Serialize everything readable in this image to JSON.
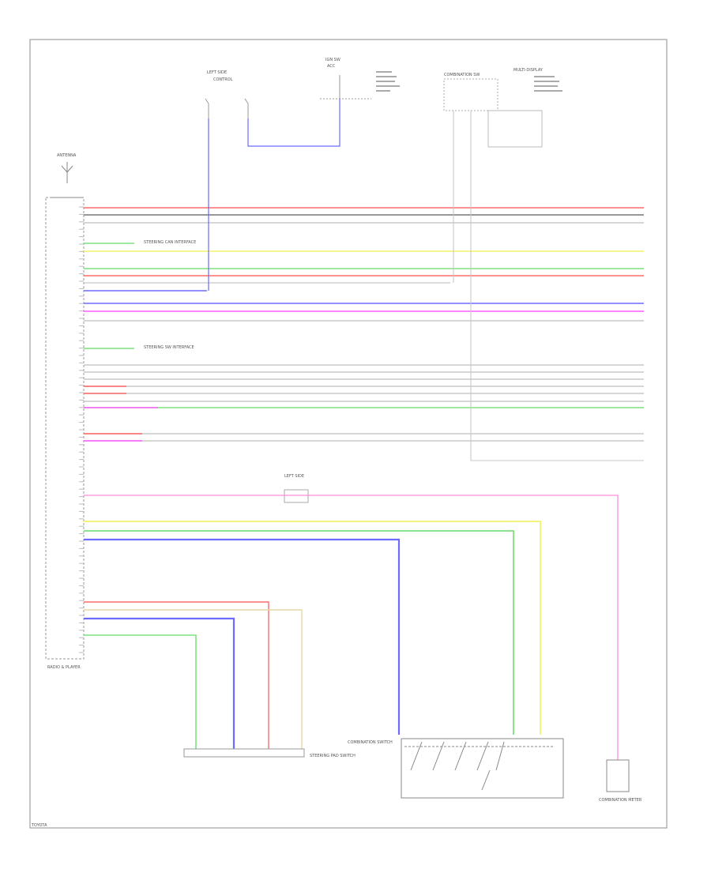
{
  "labels": {
    "antenna": "ANTENNA",
    "unit_bottom": "RADIO & PLAYER",
    "sw_top": "LEFT SIDE",
    "sw_top_sub": "CONTROL",
    "sw_ign": "IGN SW",
    "sw_ign_sub": "ACC",
    "fuse_right": "COMBINATION SW",
    "disp_right": "MULTI-DISPLAY",
    "mid_left": "STEERING CAN INTERFACE",
    "mid_left2": "STEERING SW INTERFACE",
    "center_box": "LEFT SIDE",
    "bottom_left_conn": "STEERING PAD SWITCH",
    "bottom_mid_switch": "COMBINATION SWITCH",
    "bottom_right_box": "COMBINATION METER",
    "corner_mark": "TOYOTA"
  },
  "colors": {
    "red": "#ff6b6b",
    "black": "#777777",
    "gray": "#c8c8c8",
    "yellow": "#f3f36a",
    "green": "#7fe07f",
    "blue": "#6b6bff",
    "magenta": "#ff5cff",
    "pink": "#ff9de0",
    "tan": "#e6d7a8",
    "frame": "#9a9a9a"
  }
}
